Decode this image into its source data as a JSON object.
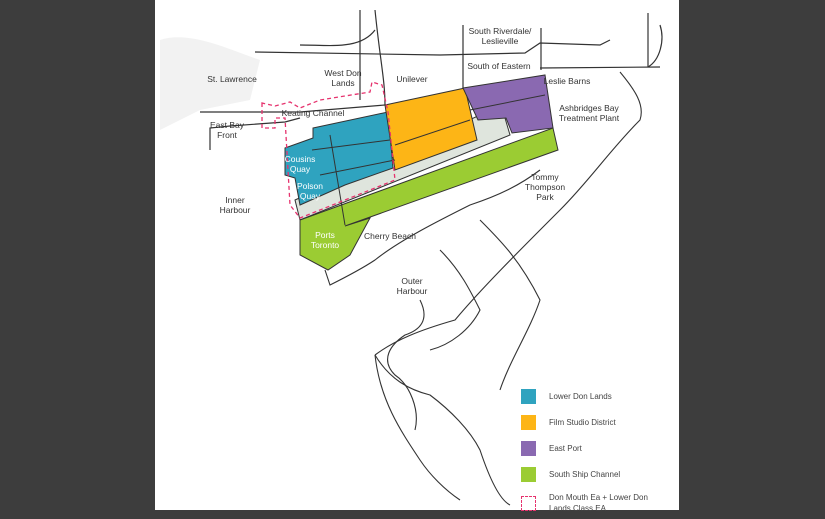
{
  "map": {
    "labels": {
      "st_lawrence": "St. Lawrence",
      "west_don_lands": "West Don Lands",
      "unilever": "Unilever",
      "south_riverdale": "South Riverdale/ Leslieville",
      "south_of_eastern": "South of Eastern",
      "leslie_barns": "Leslie Barns",
      "ashbridges": "Ashbridges Bay Treatment Plant",
      "east_bay_front": "East Bay Front",
      "keating_channel": "Keating Channel",
      "cousins_quay": "Cousins Quay",
      "polson_quay": "Polson Quay",
      "inner_harbour": "Inner Harbour",
      "tommy_thompson": "Tommy Thompson Park",
      "ports_toronto": "Ports Toronto",
      "cherry_beach": "Cherry Beach",
      "outer_harbour": "Outer Harbour"
    },
    "colors": {
      "lower_don_lands": "#2fa3bf",
      "film_studio": "#fdb516",
      "east_port": "#8a69b1",
      "south_ship_channel": "#9bcc33",
      "boundary": "#e6336e"
    }
  },
  "legend": [
    {
      "label": "Lower Don Lands",
      "color": "#2fa3bf"
    },
    {
      "label": "Film Studio District",
      "color": "#fdb516"
    },
    {
      "label": "East Port",
      "color": "#8a69b1"
    },
    {
      "label": "South Ship Channel",
      "color": "#9bcc33"
    },
    {
      "label": "Don Mouth Ea + Lower Don Lands Class EA",
      "color": "#e6336e",
      "dashed": true
    }
  ]
}
